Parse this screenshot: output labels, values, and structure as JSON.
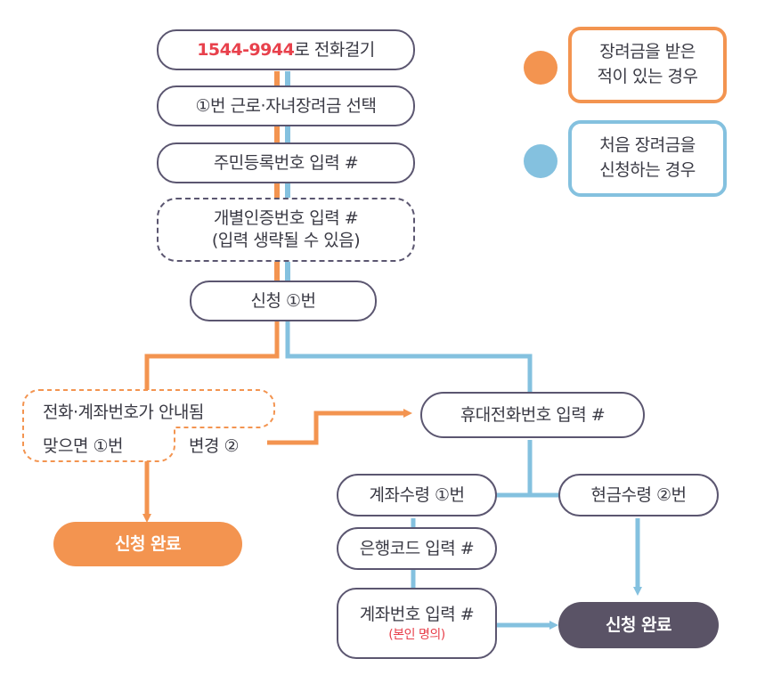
{
  "colors": {
    "orange": "#f39450",
    "blue": "#84c1df",
    "purple": "#5a5366",
    "border": "#5b5670",
    "red": "#e8414c"
  },
  "legend": {
    "received": {
      "line1": "장려금을 받은",
      "line2": "적이 있는 경우",
      "color": "orange"
    },
    "first": {
      "line1": "처음 장려금을",
      "line2": "신청하는 경우",
      "color": "blue"
    }
  },
  "steps": {
    "call_number": "1544-9944",
    "call_suffix": "로 전화걸기",
    "select": "①번 근로·자녀장려금 선택",
    "resident": "주민등록번호 입력 #",
    "personal_line1": "개별인증번호 입력 #",
    "personal_line2": "(입력 생략될 수 있음)",
    "apply": "신청 ①번",
    "guide_line1": "전화·계좌번호가 안내됨",
    "guide_line2": "맞으면 ①번",
    "change": "변경 ②",
    "done_orange": "신청 완료",
    "mobile": "휴대전화번호 입력 #",
    "account_receive": "계좌수령 ①번",
    "cash_receive": "현금수령 ②번",
    "bank_code": "은행코드 입력 #",
    "account_number": "계좌번호 입력 #",
    "account_note": "(본인 명의)",
    "done_purple": "신청 완료"
  }
}
